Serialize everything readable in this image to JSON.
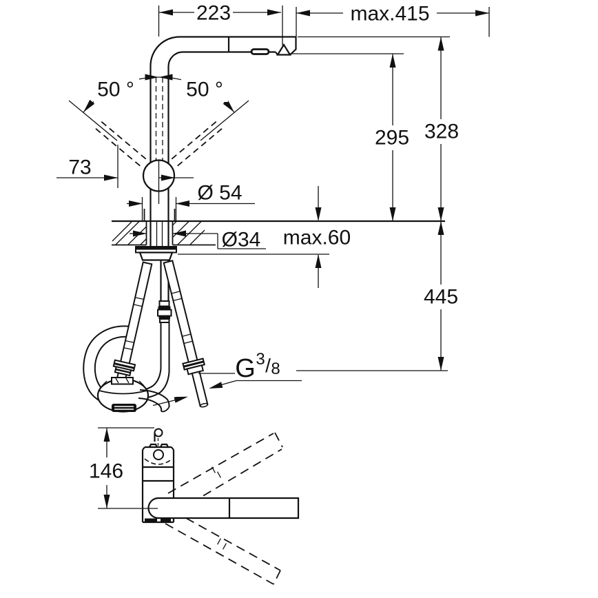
{
  "meta": {
    "type": "product-dimension-drawing",
    "subject": "kitchen-faucet-with-pullout-spray",
    "units": "mm"
  },
  "colors": {
    "line": "#111111",
    "background": "#ffffff"
  },
  "front_view": {
    "labels": {
      "spout_reach": "223",
      "max_pullout": "max.415",
      "swivel_left": "50 °",
      "swivel_right": "50 °",
      "lever_offset": "73",
      "aerator_height": "295",
      "spout_top_height": "328",
      "base_diameter": "Ø 54",
      "hole_diameter": "Ø34",
      "max_deck_thickness": "max.60",
      "hose_drop": "445",
      "thread_letter": "G",
      "thread_numerator": "3",
      "thread_slash": "/",
      "thread_denominator": "8"
    }
  },
  "side_view": {
    "labels": {
      "body_height": "146"
    }
  }
}
